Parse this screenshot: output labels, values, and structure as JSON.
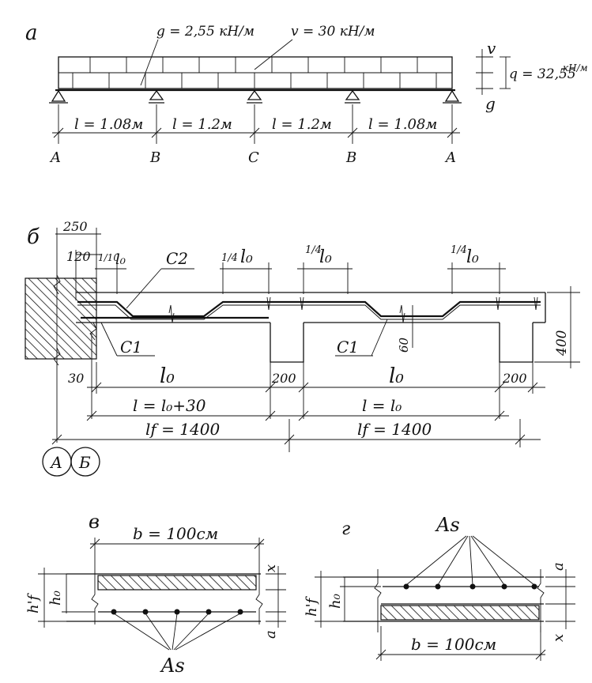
{
  "panel_a": {
    "label": "а",
    "load_g": "g = 2,55 кН/м",
    "load_v": "v = 30 кН/м",
    "sym_v": "v",
    "sym_g": "g",
    "load_q": "q = 32,55",
    "load_q_unit": "кН/м",
    "spans": [
      "l = 1.08м",
      "l = 1.2м",
      "l = 1.2м",
      "l = 1.08м"
    ],
    "supports": [
      "A",
      "B",
      "C",
      "B",
      "A"
    ]
  },
  "panel_b": {
    "label": "б",
    "dim_250": "250",
    "dim_120": "120",
    "frac_110": "1/10",
    "l0": "l₀",
    "frac_14": "1/4",
    "c2": "C2",
    "c1_left": "C1",
    "c1_right": "C1",
    "dim_60": "60",
    "dim_400": "400",
    "dim_30": "30",
    "span_lo_left": "l₀",
    "span_lo_right": "l₀",
    "dim_200_left": "200",
    "dim_200_right": "200",
    "l_left": "l = l₀+30",
    "l_right": "l = l₀",
    "lf_left": "lf = 1400",
    "lf_right": "lf = 1400",
    "axis_a": "А",
    "axis_b": "Б"
  },
  "panel_v": {
    "label": "в",
    "width": "b = 100см",
    "hf": "h'f",
    "h0": "h₀",
    "x": "x",
    "a": "a",
    "as": "As"
  },
  "panel_g": {
    "label": "г",
    "width": "b = 100см",
    "hf": "h'f",
    "h0": "h₀",
    "x": "x",
    "a": "a",
    "as": "As"
  }
}
